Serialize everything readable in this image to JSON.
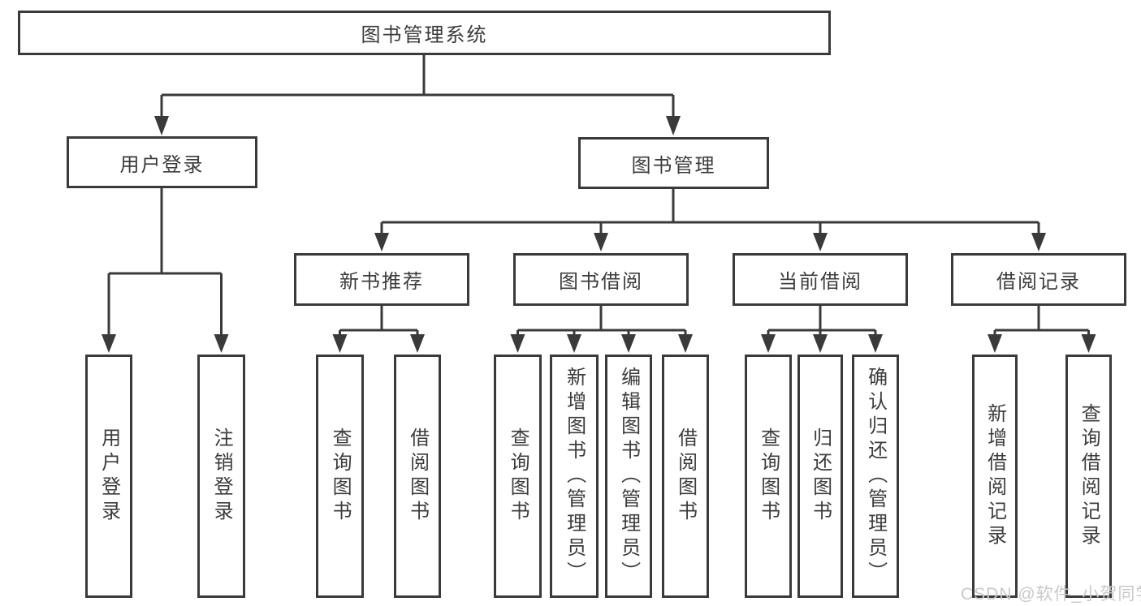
{
  "tree": {
    "root": {
      "label": "图书管理系统"
    },
    "children": [
      {
        "label": "用户登录",
        "children": [
          {
            "label": "用户登录"
          },
          {
            "label": "注销登录"
          }
        ]
      },
      {
        "label": "图书管理",
        "children": [
          {
            "label": "新书推荐",
            "children": [
              {
                "label": "查询图书"
              },
              {
                "label": "借阅图书"
              }
            ]
          },
          {
            "label": "图书借阅",
            "children": [
              {
                "label": "查询图书"
              },
              {
                "label": "新增图书（管理员）"
              },
              {
                "label": "编辑图书（管理员）"
              },
              {
                "label": "借阅图书"
              }
            ]
          },
          {
            "label": "当前借阅",
            "children": [
              {
                "label": "查询图书"
              },
              {
                "label": "归还图书"
              },
              {
                "label": "确认归还（管理员）"
              }
            ]
          },
          {
            "label": "借阅记录",
            "children": [
              {
                "label": "新增借阅记录"
              },
              {
                "label": "查询借阅记录"
              }
            ]
          }
        ]
      }
    ]
  },
  "watermark": {
    "text": "CSDN @软件_小贺同学"
  },
  "colors": {
    "line": "#3a3a3a",
    "box_border": "#3a3a3a",
    "box_fill": "#ffffff",
    "text": "#3c3c3c",
    "background": "#ffffff",
    "watermark": "#c9c9c9"
  }
}
